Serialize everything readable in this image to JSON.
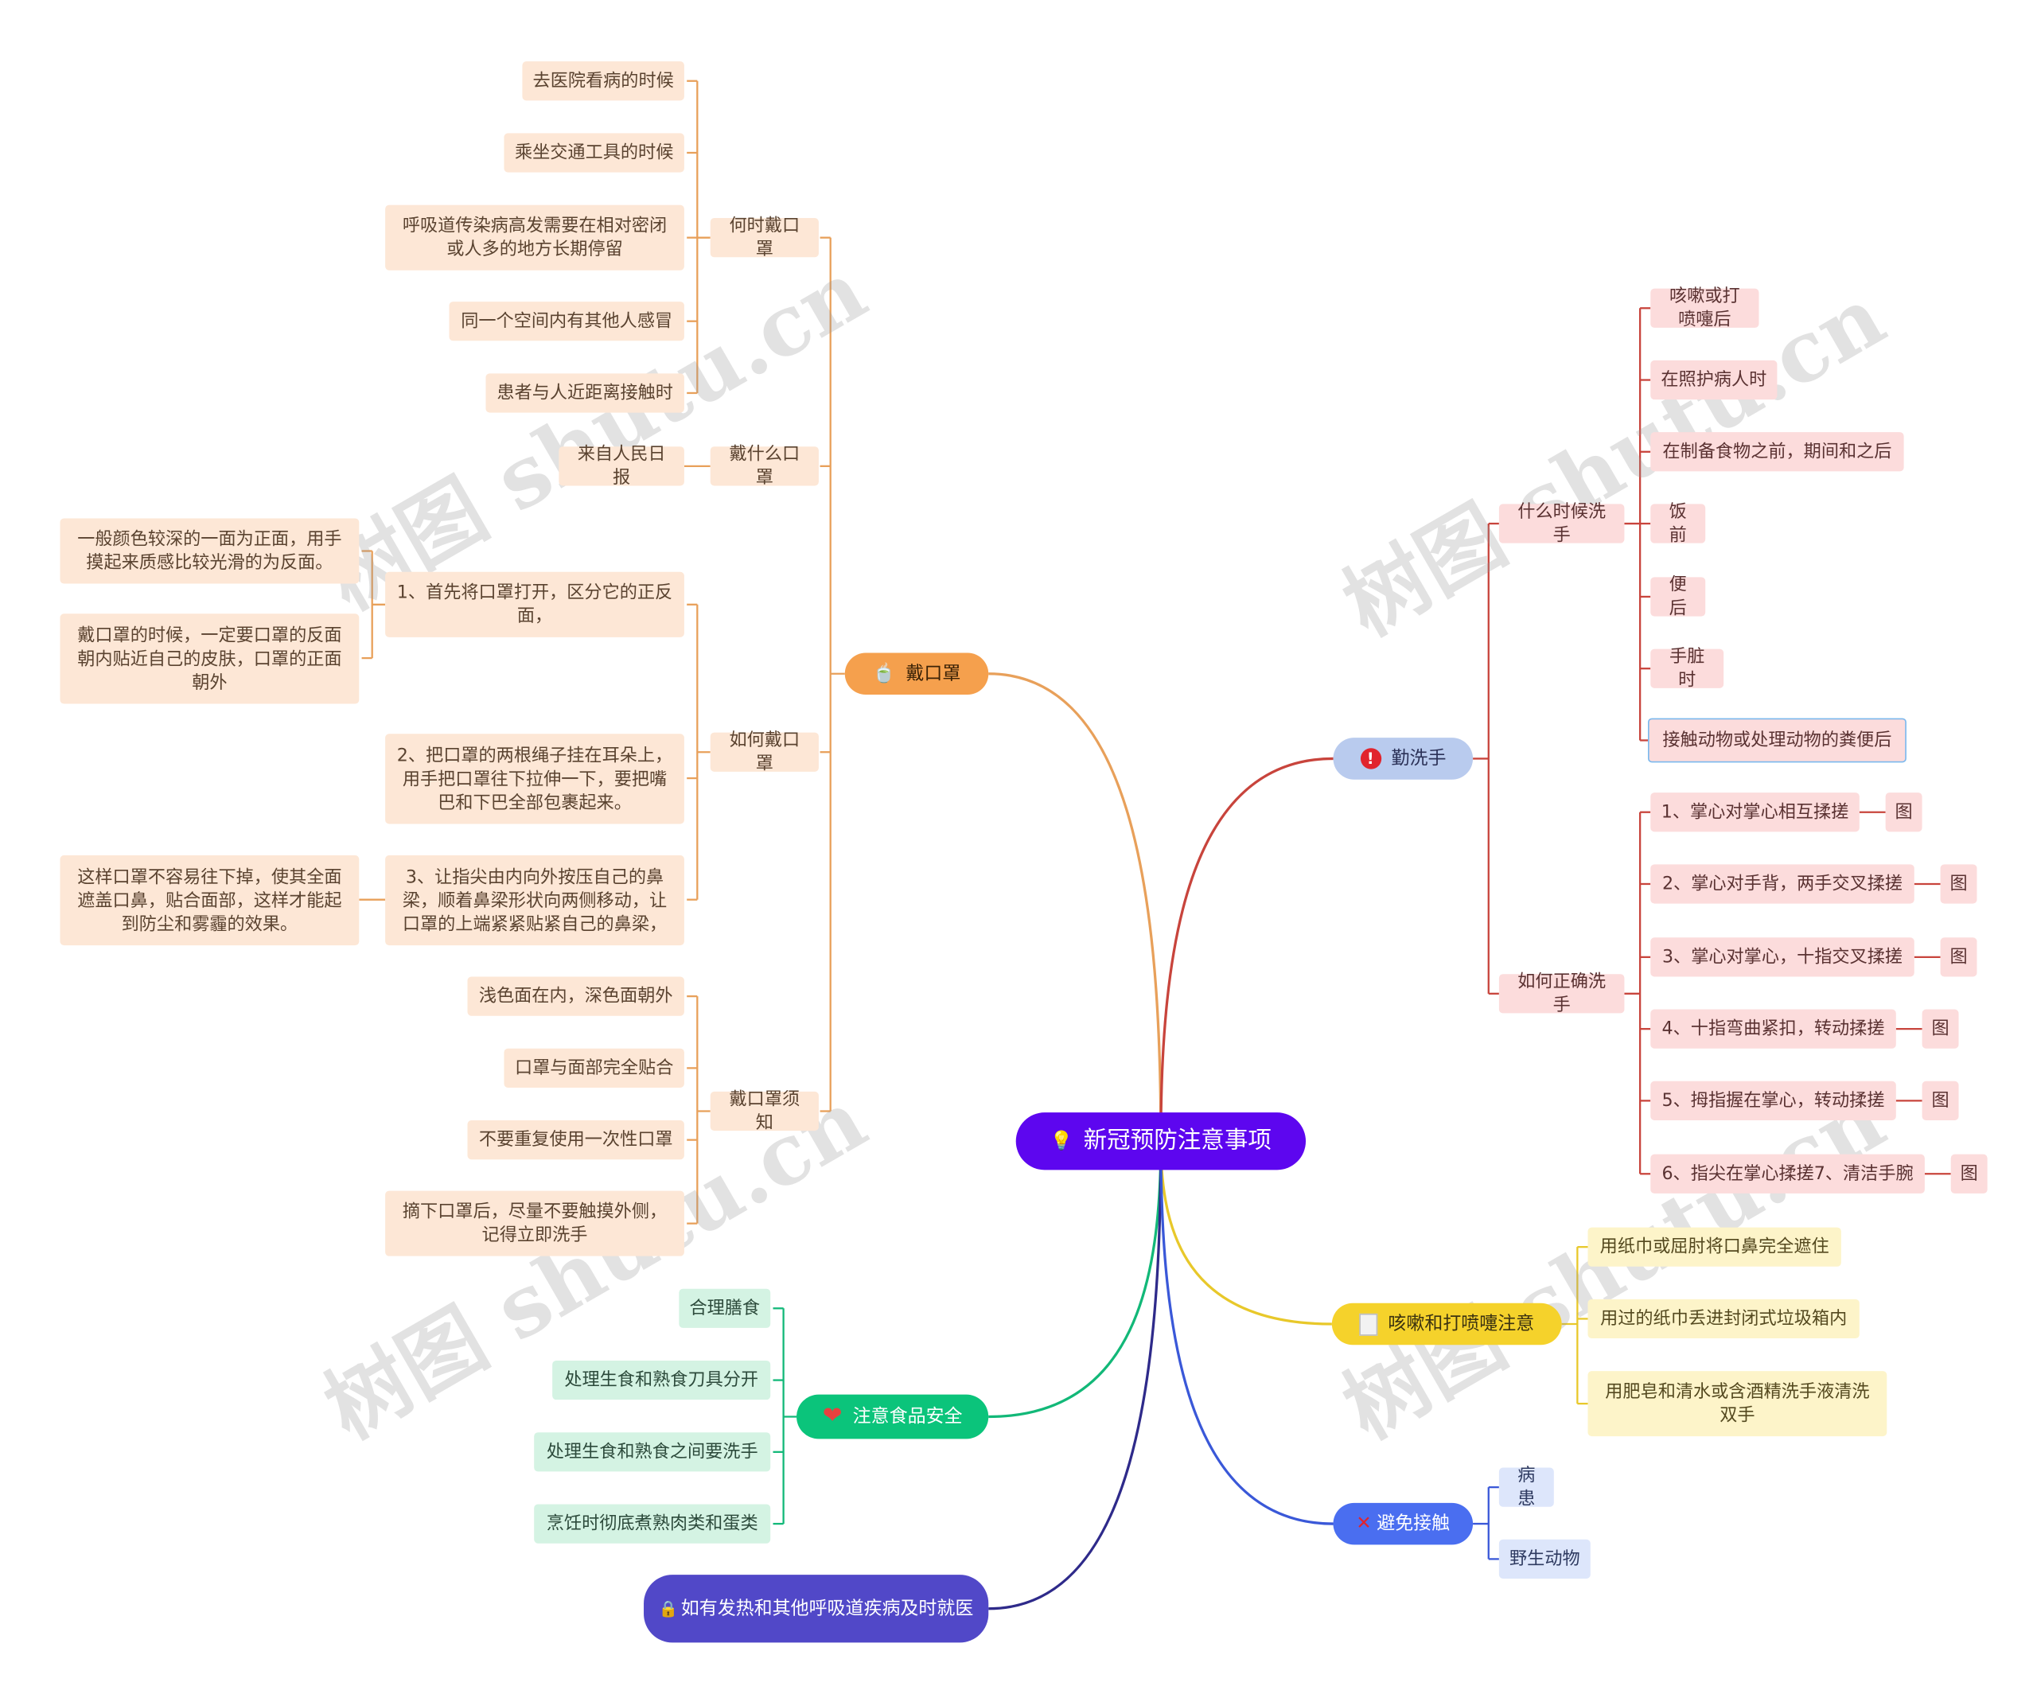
{
  "root": {
    "title": "新冠预防注意事项"
  },
  "watermark": "树图 shutu.cn",
  "branches": {
    "mask": {
      "label": "戴口罩",
      "when": {
        "label": "何时戴口罩",
        "items": [
          "去医院看病的时候",
          "乘坐交通工具的时候",
          "呼吸道传染病高发需要在相对密闭或人多的地方长期停留",
          "同一个空间内有其他人感冒",
          "患者与人近距离接触时"
        ]
      },
      "what": {
        "label": "戴什么口罩",
        "items": [
          "来自人民日报"
        ]
      },
      "how": {
        "label": "如何戴口罩",
        "step1": "1、首先将口罩打开，区分它的正反面，",
        "step1_notes": [
          "一般颜色较深的一面为正面，用手摸起来质感比较光滑的为反面。",
          "戴口罩的时候，一定要口罩的反面朝内贴近自己的皮肤，口罩的正面朝外"
        ],
        "step2": "2、把口罩的两根绳子挂在耳朵上，用手把口罩往下拉伸一下，要把嘴巴和下巴全部包裹起来。",
        "step3": "3、让指尖由内向外按压自己的鼻梁，顺着鼻梁形状向两侧移动，让口罩的上端紧紧贴紧自己的鼻梁，",
        "step3_note": "这样口罩不容易往下掉，使其全面遮盖口鼻，贴合面部，这样才能起到防尘和雾霾的效果。"
      },
      "notice": {
        "label": "戴口罩须知",
        "items": [
          "浅色面在内，深色面朝外",
          "口罩与面部完全贴合",
          "不要重复使用一次性口罩",
          "摘下口罩后，尽量不要触摸外侧，记得立即洗手"
        ]
      }
    },
    "food": {
      "label": "注意食品安全",
      "items": [
        "合理膳食",
        "处理生食和熟食刀具分开",
        "处理生食和熟食之间要洗手",
        "烹饪时彻底煮熟肉类和蛋类"
      ]
    },
    "doctor": {
      "label": "如有发热和其他呼吸道疾病及时就医"
    },
    "wash": {
      "label": "勤洗手",
      "when": {
        "label": "什么时候洗手",
        "items": [
          "咳嗽或打喷嚏后",
          "在照护病人时",
          "在制备食物之前，期间和之后",
          "饭前",
          "便后",
          "手脏时",
          "接触动物或处理动物的粪便后"
        ]
      },
      "how": {
        "label": "如何正确洗手",
        "items": [
          "1、掌心对掌心相互揉搓",
          "2、掌心对手背，两手交叉揉搓",
          "3、掌心对掌心，十指交叉揉搓",
          "4、十指弯曲紧扣，转动揉搓",
          "5、拇指握在掌心，转动揉搓",
          "6、指尖在掌心揉搓7、清洁手腕"
        ],
        "image_tag": "图"
      }
    },
    "cough": {
      "label": "咳嗽和打喷嚏注意",
      "items": [
        "用纸巾或屈肘将口鼻完全遮住",
        "用过的纸巾丢进封闭式垃圾箱内",
        "用肥皂和清水或含酒精洗手液清洗双手"
      ]
    },
    "avoid": {
      "label": "避免接触",
      "items": [
        "病患",
        "野生动物"
      ]
    }
  },
  "colors": {
    "orange": "#e8a05a",
    "red": "#c8443c",
    "yellow": "#e8c82a",
    "green": "#12b878",
    "blue": "#3a58d8",
    "purple": "#2e2a8a",
    "root": "#5d06ef"
  }
}
